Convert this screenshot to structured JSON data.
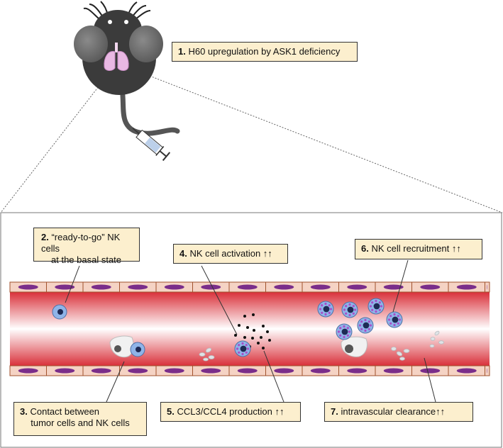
{
  "labels": {
    "step1": {
      "num": "1.",
      "text": "H60 upregulation by ASK1 deficiency"
    },
    "step2": {
      "num": "2.",
      "text": "“ready-to-go” NK cells",
      "line2": "at the basal state"
    },
    "step3": {
      "num": "3.",
      "text": "Contact between",
      "line2": "tumor cells and NK cells"
    },
    "step4": {
      "num": "4.",
      "text": "NK cell activation ↑↑"
    },
    "step5": {
      "num": "5.",
      "text": "CCL3/CCL4 production ↑↑"
    },
    "step6": {
      "num": "6.",
      "text": "NK cell recruitment ↑↑"
    },
    "step7": {
      "num": "7.",
      "text": "intravascular clearance↑↑"
    }
  },
  "colors": {
    "box_fill": "#fcefce",
    "vessel_wall": "#f5d3c4",
    "endothelial_nucleus": "#7a2d8a",
    "lumen_edge": "#d9303a",
    "nk_cell": "#8fb4e8",
    "nk_nucleus": "#1d2a55",
    "granule": "#a64fc8",
    "mouse_body": "#3b3b3b",
    "lung": "#e9b8e3"
  }
}
